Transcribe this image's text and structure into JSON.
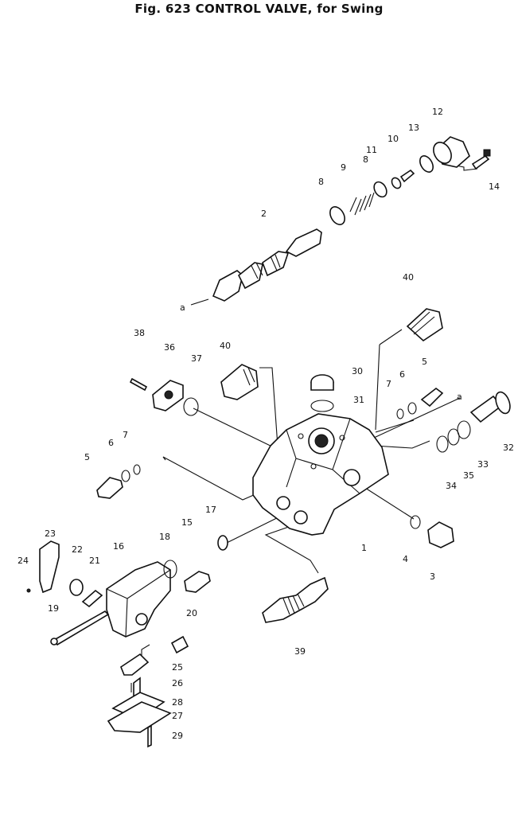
{
  "title": "Fig. 623   CONTROL VALVE, for Swing",
  "parts": [
    {
      "id": "p1",
      "num": "1"
    },
    {
      "id": "p2",
      "num": "2"
    },
    {
      "id": "p3",
      "num": "3"
    },
    {
      "id": "p4",
      "num": "4"
    },
    {
      "id": "p5a",
      "num": "5"
    },
    {
      "id": "p5b",
      "num": "5"
    },
    {
      "id": "p6a",
      "num": "6"
    },
    {
      "id": "p6b",
      "num": "6"
    },
    {
      "id": "p7a",
      "num": "7"
    },
    {
      "id": "p7b",
      "num": "7"
    },
    {
      "id": "p8a",
      "num": "8"
    },
    {
      "id": "p8b",
      "num": "8"
    },
    {
      "id": "p9",
      "num": "9"
    },
    {
      "id": "p10",
      "num": "10"
    },
    {
      "id": "p11",
      "num": "11"
    },
    {
      "id": "p12",
      "num": "12"
    },
    {
      "id": "p13",
      "num": "13"
    },
    {
      "id": "p14",
      "num": "14"
    },
    {
      "id": "p15",
      "num": "15"
    },
    {
      "id": "p16",
      "num": "16"
    },
    {
      "id": "p17",
      "num": "17"
    },
    {
      "id": "p18",
      "num": "18"
    },
    {
      "id": "p19",
      "num": "19"
    },
    {
      "id": "p20",
      "num": "20"
    },
    {
      "id": "p21",
      "num": "21"
    },
    {
      "id": "p22",
      "num": "22"
    },
    {
      "id": "p23",
      "num": "23"
    },
    {
      "id": "p24",
      "num": "24"
    },
    {
      "id": "p25",
      "num": "25"
    },
    {
      "id": "p26",
      "num": "26"
    },
    {
      "id": "p27",
      "num": "27"
    },
    {
      "id": "p28",
      "num": "28"
    },
    {
      "id": "p29",
      "num": "29"
    },
    {
      "id": "p30",
      "num": "30"
    },
    {
      "id": "p31",
      "num": "31"
    },
    {
      "id": "p32",
      "num": "32"
    },
    {
      "id": "p33",
      "num": "33"
    },
    {
      "id": "p34",
      "num": "34"
    },
    {
      "id": "p35",
      "num": "35"
    },
    {
      "id": "p36",
      "num": "36"
    },
    {
      "id": "p37",
      "num": "37"
    },
    {
      "id": "p38",
      "num": "38"
    },
    {
      "id": "p39",
      "num": "39"
    },
    {
      "id": "p40a",
      "num": "40"
    },
    {
      "id": "p40b",
      "num": "40"
    }
  ],
  "refs": [
    {
      "id": "ra1",
      "num": "a"
    },
    {
      "id": "ra2",
      "num": "a"
    }
  ]
}
